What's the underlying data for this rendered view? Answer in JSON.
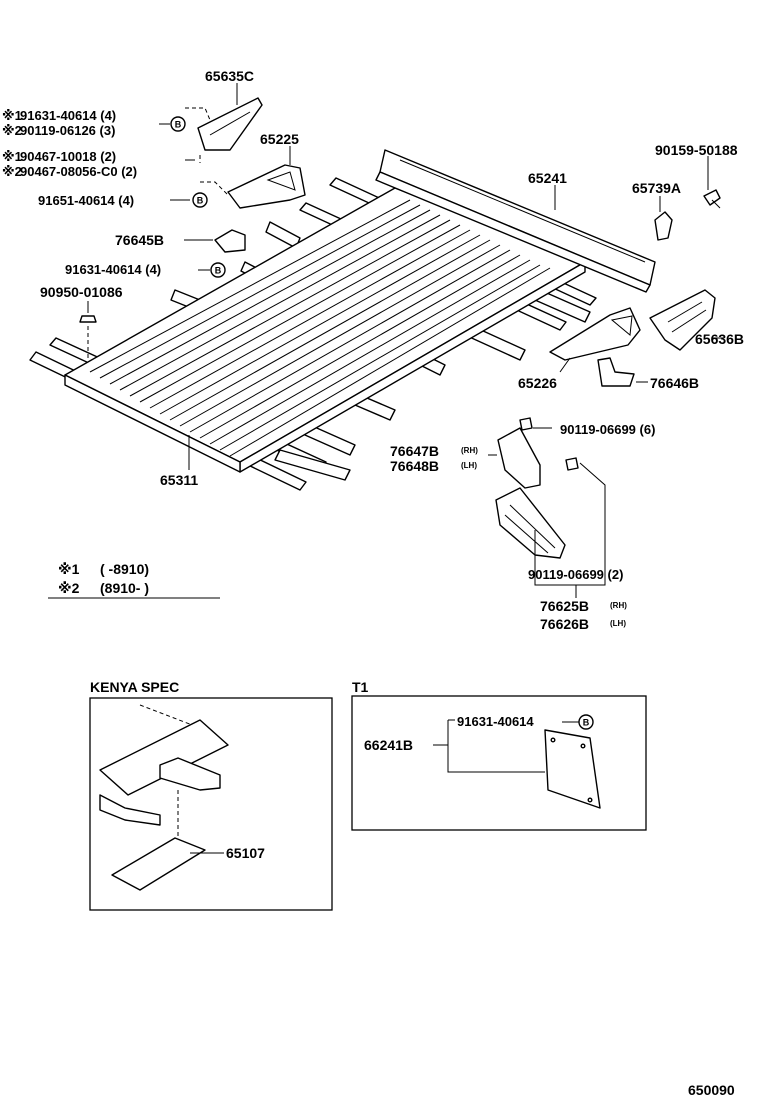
{
  "labels": {
    "p65635c": "65635C",
    "p65225": "65225",
    "p65241": "65241",
    "p90159": "90159-50188",
    "p65739a": "65739A",
    "p76645b": "76645B",
    "p91631b": "91631-40614 (4)",
    "p90950": "90950-01086",
    "p65636b": "65636B",
    "p65226": "65226",
    "p76646b": "76646B",
    "p90119_6": "90119-06699 (6)",
    "p76647b": "76647B",
    "p76648b": "76648B",
    "p65311": "65311",
    "p90119_2": "90119-06699 (2)",
    "p76625b": "76625B",
    "p76626b": "76626B",
    "p65107": "65107",
    "p66241b": "66241B",
    "p91631_t1": "91631-40614",
    "p91651": "91651-40614 (4)"
  },
  "marked": {
    "m1a_mark": "※1",
    "m1a_text": "91631-40614 (4)",
    "m2a_mark": "※2",
    "m2a_text": "90119-06126 (3)",
    "m1b_mark": "※1",
    "m1b_text": "90467-10018 (2)",
    "m2b_mark": "※2",
    "m2b_text": "90467-08056-C0 (2)"
  },
  "suffix": {
    "rh": "(RH)",
    "lh": "(LH)"
  },
  "circle_letter": "B",
  "legend": {
    "row1_mark": "※1",
    "row1_text": "(        -8910)",
    "row2_mark": "※2",
    "row2_text": "(8910-           )"
  },
  "boxes": {
    "kenya_title": "KENYA SPEC",
    "t1_title": "T1"
  },
  "diagram_id": "650090"
}
